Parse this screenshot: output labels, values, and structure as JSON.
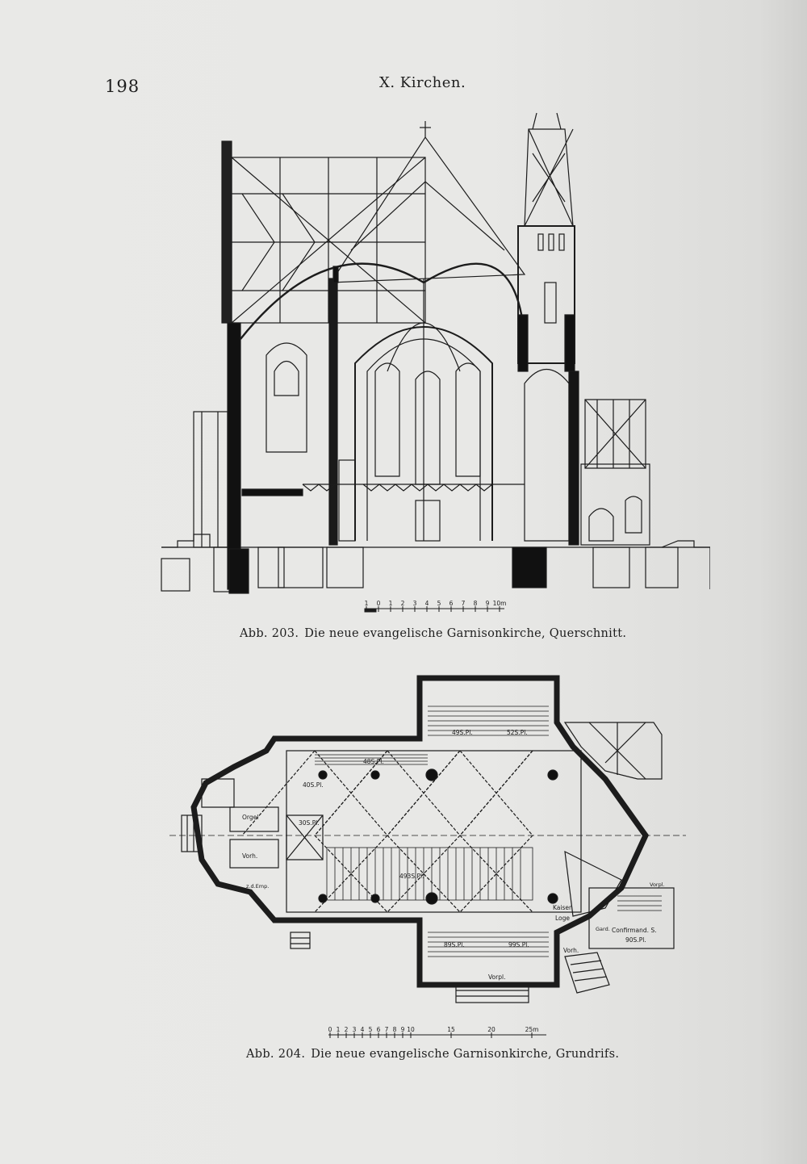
{
  "header": {
    "page_number": "198",
    "running_head": "X. Kirchen."
  },
  "figures": [
    {
      "number": "Abb. 203.",
      "caption": "Die neue evangelische Garnisonkirche, Querschnitt.",
      "scale_ticks": [
        "1",
        "0",
        "1",
        "2",
        "3",
        "4",
        "5",
        "6",
        "7",
        "8",
        "9",
        "10m"
      ]
    },
    {
      "number": "Abb. 204.",
      "caption": "Die neue evangelische Garnisonkirche, Grundrifs.",
      "scale_ticks": [
        "0",
        "1",
        "2",
        "3",
        "4",
        "5",
        "6",
        "7",
        "8",
        "9",
        "10",
        "15",
        "20",
        "25m"
      ],
      "plan_labels": {
        "orgel": "Orgel",
        "vorh_west": "Vorh.",
        "zur_empore": "z.d.Emp.",
        "seats_north_1": "48S.Pl.",
        "seats_north_2": "40S.Pl.",
        "seats_north_3": "30S.Pl.",
        "seats_nave": "493S.Pl.",
        "seats_transept_n1": "49S.Pl.",
        "seats_transept_n2": "52S.Pl.",
        "seats_transept_s1": "89S.Pl.",
        "seats_transept_s2": "99S.Pl.",
        "kaiser_loge_1": "Kaiser",
        "kaiser_loge_2": "Loge",
        "vorh_south": "Vorh.",
        "vorpl": "Vorpl.",
        "confirmand_1": "Confirmand. S.",
        "confirmand_2": "90S.Pl.",
        "gard": "Gard.",
        "vorpl_east": "Vorpl."
      }
    }
  ]
}
